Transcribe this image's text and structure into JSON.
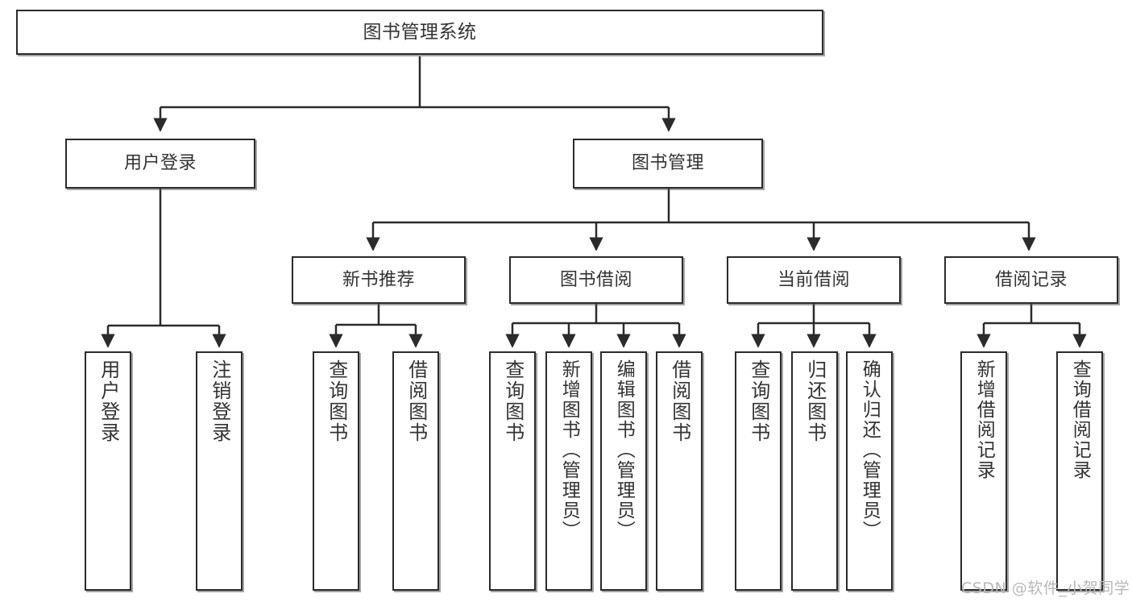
{
  "diagram": {
    "title": "图书管理系统",
    "root": {
      "label": "图书管理系统"
    },
    "level2": [
      {
        "label": "用户登录"
      },
      {
        "label": "图书管理"
      }
    ],
    "level3": [
      {
        "label": "新书推荐"
      },
      {
        "label": "图书借阅"
      },
      {
        "label": "当前借阅"
      },
      {
        "label": "借阅记录"
      }
    ],
    "leaves": {
      "user_login": [
        {
          "label": "用户登录"
        },
        {
          "label": "注销登录"
        }
      ],
      "new_book_recommend": [
        {
          "label": "查询图书"
        },
        {
          "label": "借阅图书"
        }
      ],
      "book_borrow": [
        {
          "label": "查询图书"
        },
        {
          "label": "新增图书（管理员）"
        },
        {
          "label": "编辑图书（管理员）"
        },
        {
          "label": "借阅图书"
        }
      ],
      "current_borrow": [
        {
          "label": "查询图书"
        },
        {
          "label": "归还图书"
        },
        {
          "label": "确认归还（管理员）"
        }
      ],
      "borrow_record": [
        {
          "label": "新增借阅记录"
        },
        {
          "label": "查询借阅记录"
        }
      ]
    }
  },
  "watermark": {
    "text": "CSDN @软件_小贺同学"
  },
  "colors": {
    "border": "#2b2b2b",
    "text": "#333333",
    "background": "#ffffff",
    "watermark": "#b8b8b8"
  }
}
